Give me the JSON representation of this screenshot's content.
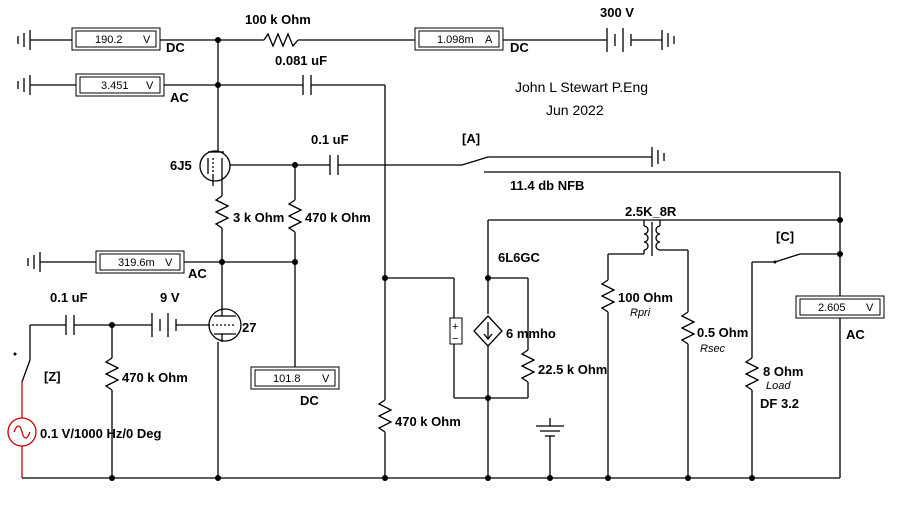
{
  "author": {
    "name": "John L Stewart P.Eng",
    "date": "Jun 2022"
  },
  "meters": {
    "m1": {
      "value": "190.2",
      "unit": "V",
      "mode": "DC"
    },
    "m2": {
      "value": "3.451",
      "unit": "V",
      "mode": "AC"
    },
    "m3": {
      "value": "1.098m",
      "unit": "A",
      "mode": "DC"
    },
    "m4": {
      "value": "319.6m",
      "unit": "V",
      "mode": "AC"
    },
    "m5": {
      "value": "101.8",
      "unit": "V",
      "mode": "DC"
    },
    "m6": {
      "value": "2.605",
      "unit": "V",
      "mode": "AC"
    }
  },
  "components": {
    "r_plate": "100 k Ohm",
    "supply": "300 V",
    "c_coupling": "0.081 uF",
    "c_nfb": "0.1 uF",
    "tube_upper": "6J5",
    "r_bias": "3 k Ohm",
    "r_grid": "470 k Ohm",
    "tube_lower": "27",
    "c_in": "0.1 uF",
    "bias_batt": "9 V",
    "r_in": "470 k Ohm",
    "source": "0.1 V/1000 Hz/0 Deg",
    "r_out_grid": "470 k Ohm",
    "output_tube": "6L6GC",
    "gm": "6 mmho",
    "r_plate_out": "22.5 k Ohm",
    "transformer": "2.5K_8R",
    "r_pri": "100  Ohm",
    "r_pri_label": "Rpri",
    "r_sec": "0.5  Ohm",
    "r_sec_label": "Rsec",
    "r_load": "8  Ohm",
    "r_load_label": "Load",
    "df": "DF 3.2",
    "nfb": "11.4 db NFB"
  },
  "switches": {
    "a": "[A]",
    "c": "[C]",
    "z": "[Z]"
  },
  "source_symbols": {
    "plus": "+",
    "minus": "−"
  }
}
